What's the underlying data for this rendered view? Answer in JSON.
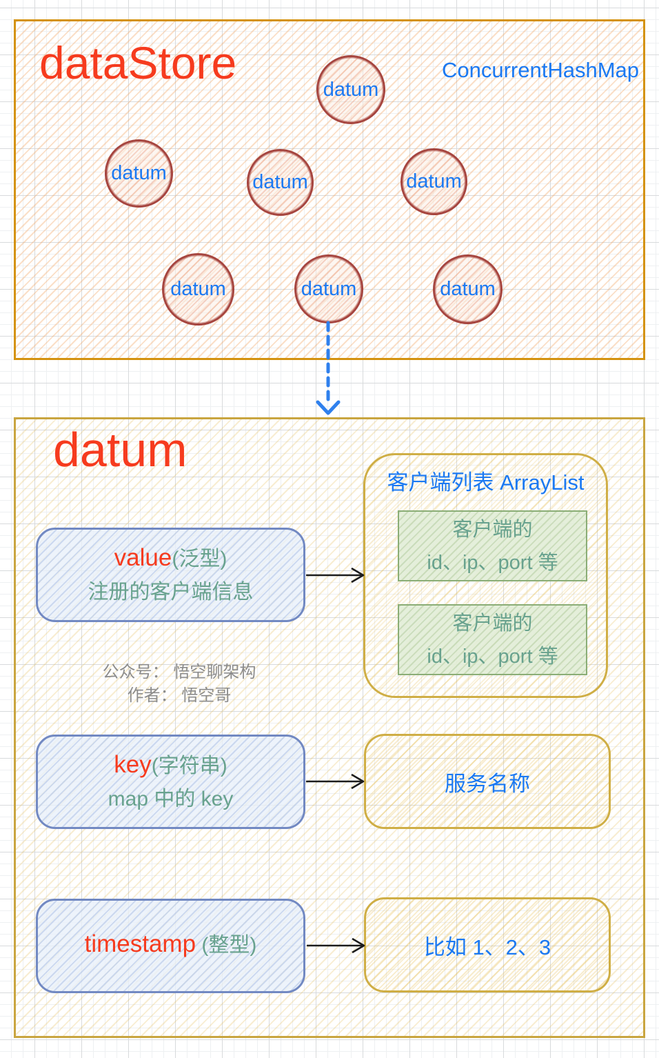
{
  "palette": {
    "title_red": "#f63b1e",
    "label_blue": "#1b79f2",
    "desc_teal": "#68a28e",
    "watermark_gray": "#8c8c8c",
    "datastore_border_gold": "#d4920e",
    "datum_border_gold": "#c9a53f",
    "gold_box_border": "#cfae45",
    "circle_border_maroon": "#a6453f",
    "field_box_border_blue": "#7289c2",
    "green_box_border": "#8aad76",
    "arrow_black": "#1c1c1c",
    "arrow_dash_blue": "#2f80ed"
  },
  "datastore": {
    "title": "dataStore",
    "type_label": "ConcurrentHashMap",
    "circles": [
      {
        "label": "datum"
      },
      {
        "label": "datum"
      },
      {
        "label": "datum"
      },
      {
        "label": "datum"
      },
      {
        "label": "datum"
      },
      {
        "label": "datum"
      },
      {
        "label": "datum"
      }
    ]
  },
  "datum": {
    "title": "datum",
    "arraylist": {
      "title": "客户端列表 ArrayList",
      "entries": [
        {
          "line1": "客户端的",
          "line2": "id、ip、port 等"
        },
        {
          "line1": "客户端的",
          "line2": "id、ip、port 等"
        }
      ]
    },
    "fields": {
      "value": {
        "name": "value",
        "suffix": "(泛型)",
        "desc": "注册的客户端信息"
      },
      "key": {
        "name": "key",
        "suffix": "(字符串)",
        "desc": "map 中的 key"
      },
      "timestamp": {
        "name": "timestamp",
        "suffix": " (整型)"
      }
    },
    "targets": {
      "service_name": "服务名称",
      "example": "比如 1、2、3"
    },
    "watermark": {
      "line1": "公众号： 悟空聊架构",
      "line2": "作者： 悟空哥"
    }
  }
}
